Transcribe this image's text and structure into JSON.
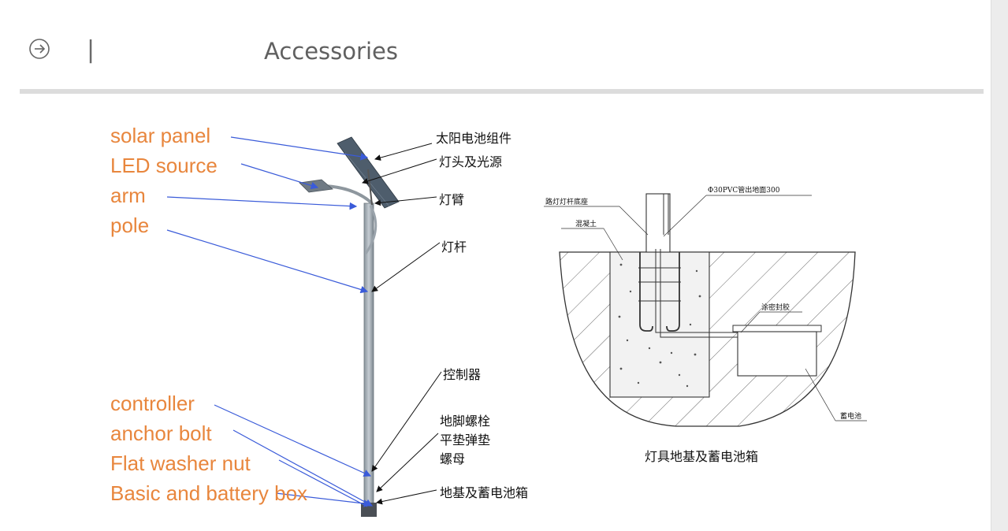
{
  "header": {
    "title": "Accessories",
    "separator": "|",
    "nav_icon": "circle-arrow-right-icon"
  },
  "diagram": {
    "english_labels": [
      "solar panel",
      "LED source",
      "arm",
      "pole",
      "controller",
      "anchor bolt",
      "Flat washer nut",
      "Basic and battery box"
    ],
    "chinese_labels": [
      "太阳电池组件",
      "灯头及光源",
      "灯臂",
      "灯杆",
      "控制器",
      "地脚螺栓",
      "平垫弹垫",
      "螺母",
      "地基及蓄电池箱"
    ],
    "foundation": {
      "pvc_label": "Φ30PVC管出地面300",
      "base_label": "路灯灯杆底座",
      "concrete_label": "混凝土",
      "seal_label": "涂密封胶",
      "battery_label": "蓄电池",
      "caption": "灯具地基及蓄电池箱"
    },
    "colors": {
      "english_label": "#e8863d",
      "leader_line": "#3a5bd9"
    }
  }
}
